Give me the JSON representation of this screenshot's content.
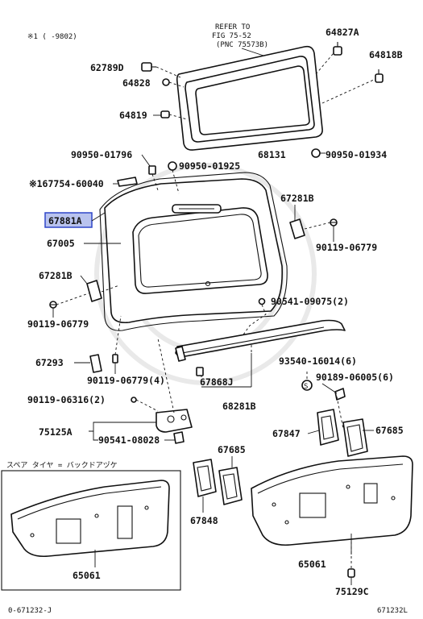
{
  "header": {
    "note": "※1 ( -9802)",
    "refer": [
      "REFER TO",
      "FIG 75-52",
      "(PNC 75573B)"
    ]
  },
  "parts": {
    "p64827A": "64827A",
    "p64818B": "64818B",
    "p62789D": "62789D",
    "p64828": "64828",
    "p64819": "64819",
    "p68131": "68131",
    "p90950_01934": "90950-01934",
    "p90950_01796": "90950-01796",
    "p90950_01925": "90950-01925",
    "p67754_60040": "※167754-60040",
    "p67281B_r": "67281B",
    "p67881A": "67881A",
    "p67005": "67005",
    "p90119_06779_r": "90119-06779",
    "p67281B_l": "67281B",
    "p90119_06779_l": "90119-06779",
    "p90541_09075": "90541-09075(2)",
    "p67293": "67293",
    "p90119_06779_4": "90119-06779(4)",
    "p93540_16014": "93540-16014(6)",
    "p90189_06005": "90189-06005(6)",
    "p67868J": "67868J",
    "p68281B": "68281B",
    "p90119_06316": "90119-06316(2)",
    "p75125A": "75125A",
    "p90541_08028": "90541-08028",
    "p67847": "67847",
    "p67685_r": "67685",
    "p67685_m": "67685",
    "p67848": "67848",
    "p65061_l": "65061",
    "p65061_r": "65061",
    "p75129C": "75129C"
  },
  "spare": "スペア タイヤ = バックドアヅケ",
  "footer": {
    "left": "0-671232-J",
    "right": "671232L"
  },
  "highlighted_part": "67881A",
  "colors": {
    "highlight_fill": "#b9c3ee",
    "highlight_border": "#2f46c8"
  }
}
